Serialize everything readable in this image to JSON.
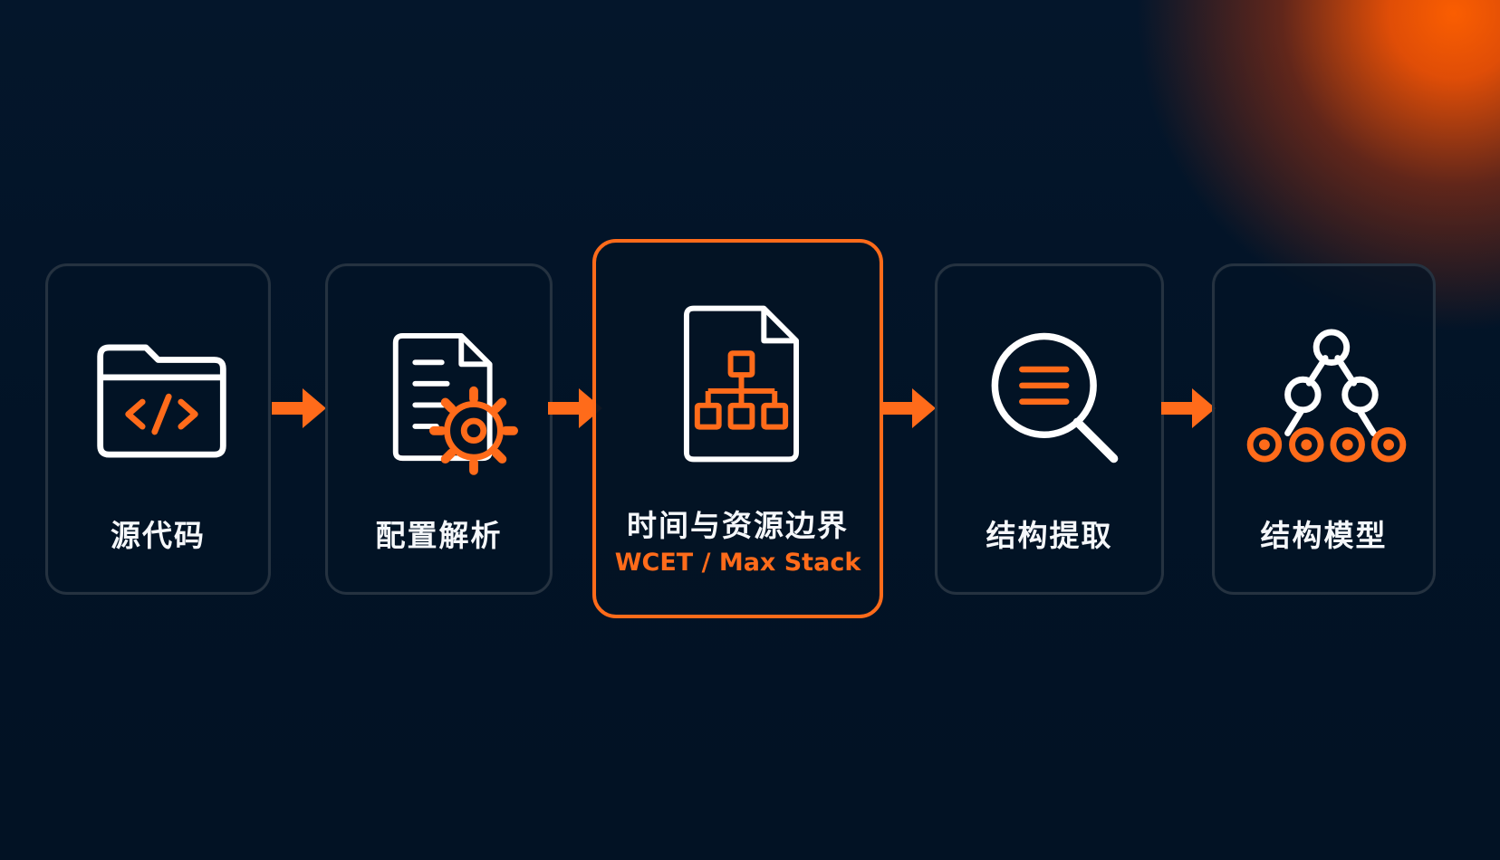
{
  "theme": {
    "background": "#03152a",
    "accent": "#ff6b1a",
    "card_border": "#253240",
    "text": "#f5f7fa"
  },
  "steps": [
    {
      "label": "源代码",
      "icon": "folder-code-icon",
      "highlighted": false
    },
    {
      "label": "配置解析",
      "icon": "document-gear-icon",
      "highlighted": false
    },
    {
      "label": "时间与资源边界",
      "sublabel": "WCET / Max Stack",
      "icon": "document-hierarchy-icon",
      "highlighted": true
    },
    {
      "label": "结构提取",
      "icon": "magnifier-icon",
      "highlighted": false
    },
    {
      "label": "结构模型",
      "icon": "tree-nodes-icon",
      "highlighted": false
    }
  ],
  "connectors": [
    {
      "icon": "arrow-right-icon"
    },
    {
      "icon": "arrow-right-icon"
    },
    {
      "icon": "arrow-right-icon"
    },
    {
      "icon": "arrow-right-icon"
    }
  ]
}
